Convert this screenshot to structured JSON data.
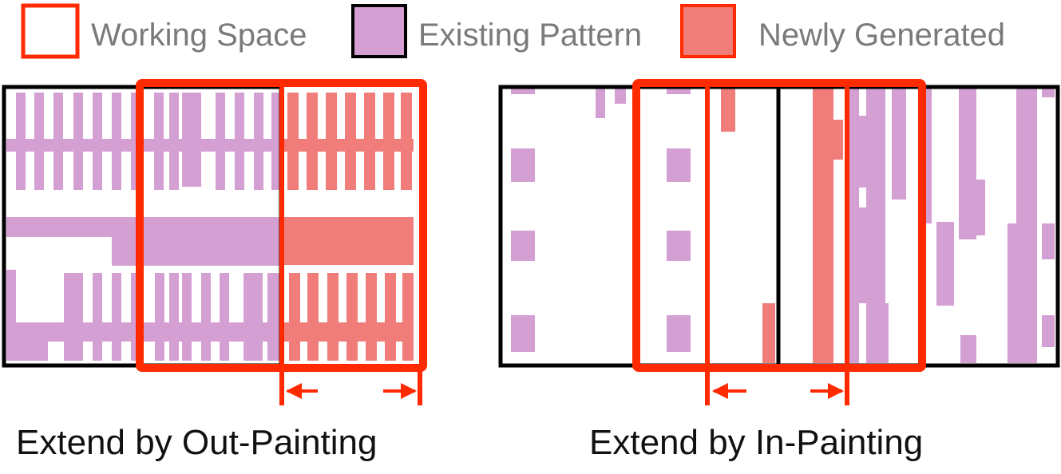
{
  "colors": {
    "working_space": "#ff2a00",
    "existing_pattern": "#d4a0d4",
    "newly_generated": "#f07d7a",
    "frame": "#000000",
    "legend_text": "#7a7a7a",
    "caption_text": "#111111"
  },
  "legend": [
    {
      "label": "Working Space",
      "swatch": "outline"
    },
    {
      "label": "Existing Pattern",
      "swatch": "fill"
    },
    {
      "label": "Newly Generated",
      "swatch": "fill"
    }
  ],
  "panels": [
    {
      "caption": "Extend by Out-Painting"
    },
    {
      "caption": "Extend by In-Painting"
    }
  ]
}
